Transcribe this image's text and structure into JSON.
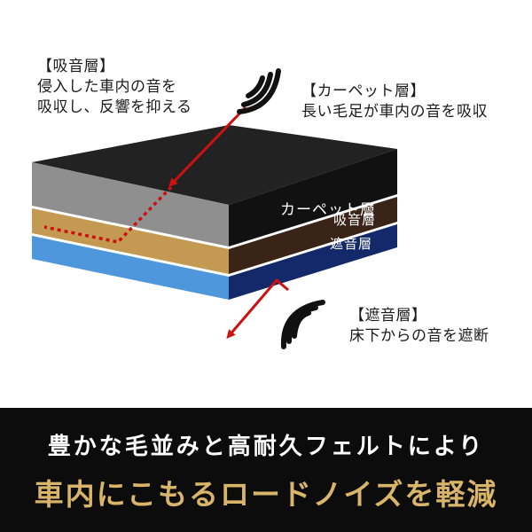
{
  "callouts": {
    "absorb": {
      "title": "【吸音層】",
      "lines": [
        "侵入した車内の音を",
        "吸収し、反響を抑える"
      ]
    },
    "carpet": {
      "title": "【カーペット層】",
      "lines": [
        "長い毛足が車内の音を吸収"
      ]
    },
    "block": {
      "title": "【遮音層】",
      "lines": [
        "床下からの音を遮断"
      ]
    }
  },
  "layers": {
    "carpet": {
      "label": "カーペット層",
      "top_color": "#222222",
      "front_color": "#8f8f8f",
      "side_color": "#111111"
    },
    "absorb": {
      "label": "吸音層",
      "front_color": "#c49a52",
      "side_color": "#3a2418"
    },
    "block": {
      "label": "遮音層",
      "front_color": "#4f97dc",
      "side_color": "#13296a"
    }
  },
  "arrow_color": "#cc1111",
  "icons": [
    "sound-wave-icon",
    "sound-wave-icon"
  ],
  "banner": {
    "line1": "豊かな毛並みと高耐久フェルトにより",
    "line2": "車内にこもるロードノイズを軽減",
    "line2_color": "#d9b56a"
  }
}
